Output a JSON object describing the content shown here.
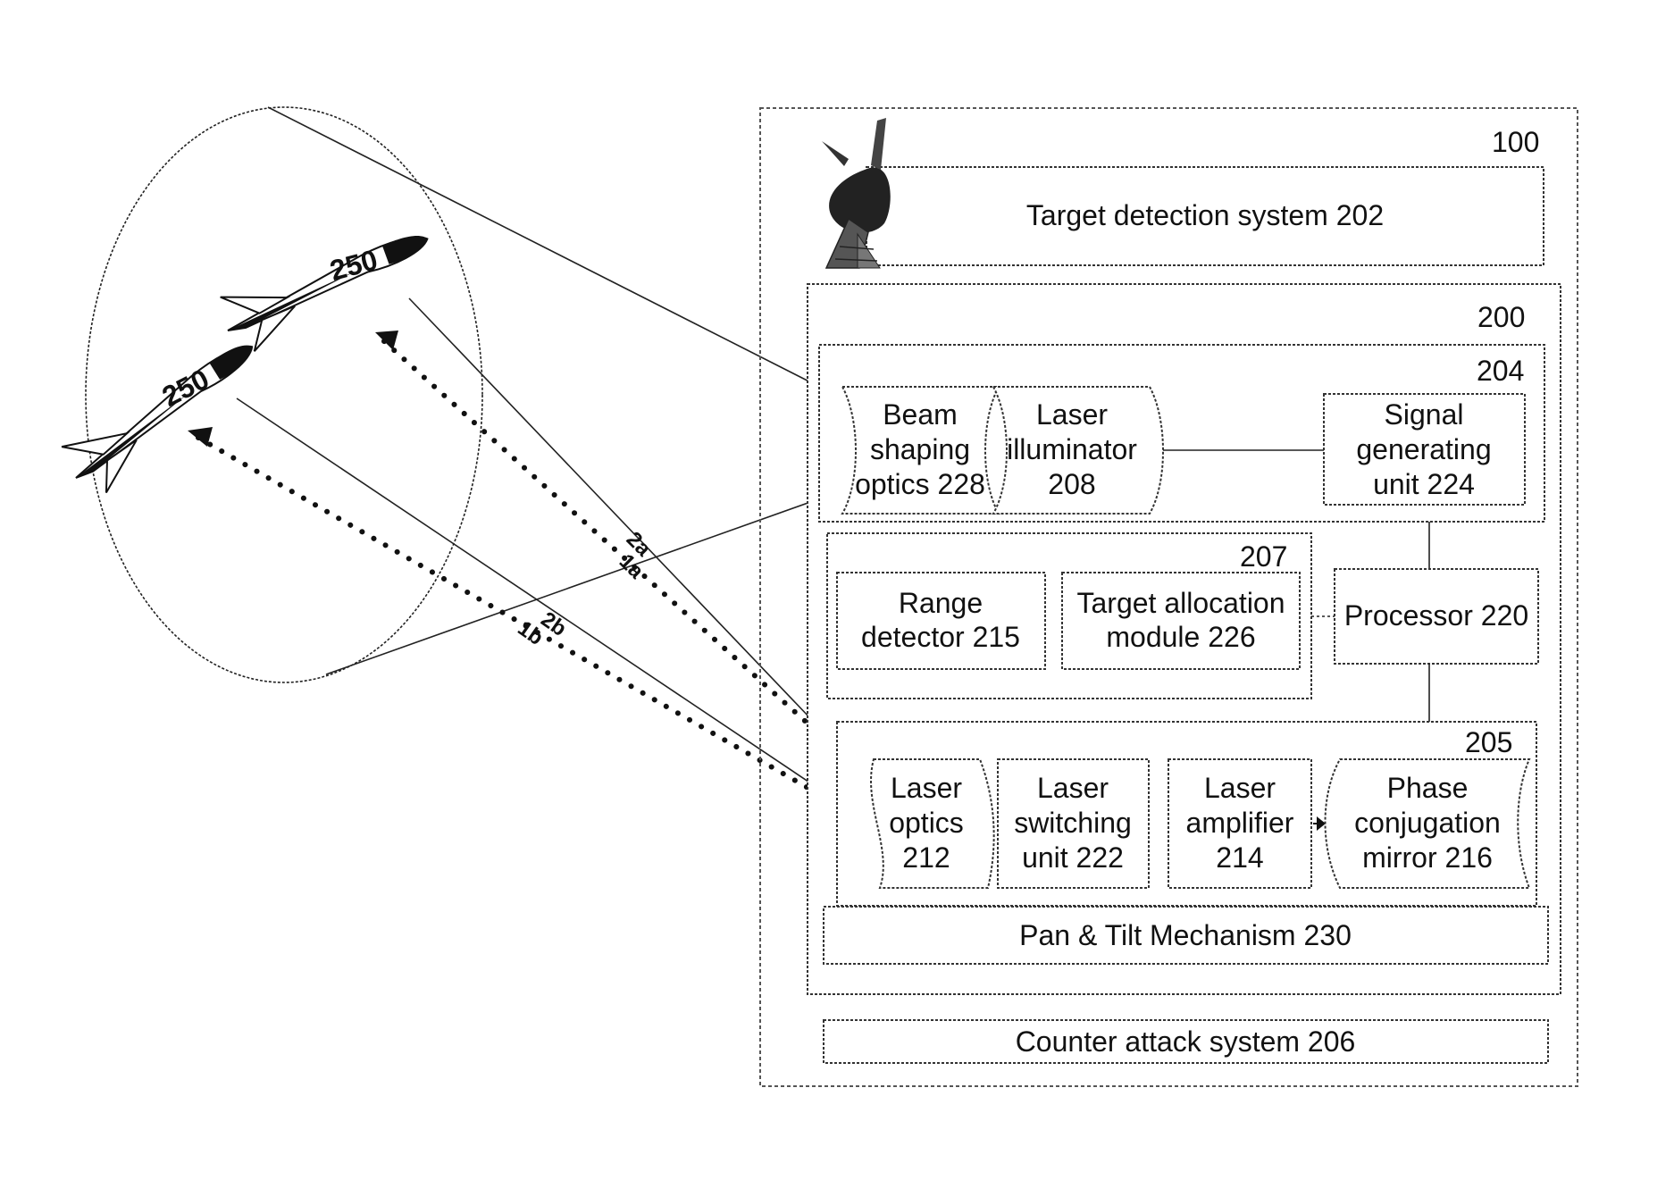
{
  "system": {
    "number": "100"
  },
  "target_detection": {
    "label": "Target detection system 202"
  },
  "subsystem": {
    "number": "200"
  },
  "illumination_group": {
    "number": "204"
  },
  "beam_shaping": {
    "line1": "Beam",
    "line2": "shaping",
    "line3": "optics 228"
  },
  "laser_illuminator": {
    "line1": "Laser",
    "line2": "illuminator",
    "line3": "208"
  },
  "signal_generating": {
    "line1": "Signal",
    "line2": "generating",
    "line3": "unit 224"
  },
  "detection_group": {
    "number": "207"
  },
  "range_detector": {
    "line1": "Range",
    "line2": "detector 215"
  },
  "target_allocation": {
    "line1": "Target allocation",
    "line2": "module 226"
  },
  "processor": {
    "label": "Processor 220"
  },
  "laser_group": {
    "number": "205"
  },
  "laser_optics": {
    "line1": "Laser",
    "line2": "optics",
    "line3": "212"
  },
  "laser_switching": {
    "line1": "Laser",
    "line2": "switching",
    "line3": "unit 222"
  },
  "laser_amplifier": {
    "line1": "Laser",
    "line2": "amplifier",
    "line3": "214"
  },
  "phase_conjugation": {
    "line1": "Phase",
    "line2": "conjugation",
    "line3": "mirror 216"
  },
  "pan_tilt": {
    "label": "Pan & Tilt Mechanism 230"
  },
  "counter_attack": {
    "label": "Counter attack system 206"
  },
  "targets": {
    "upper_label": "250",
    "lower_label": "250"
  },
  "beams": {
    "label_2a": "2a",
    "label_1a": "1a",
    "label_2b": "2b",
    "label_1b": "1b"
  },
  "icons": {
    "radar": "radar-dish-icon",
    "missile": "missile-icon"
  }
}
